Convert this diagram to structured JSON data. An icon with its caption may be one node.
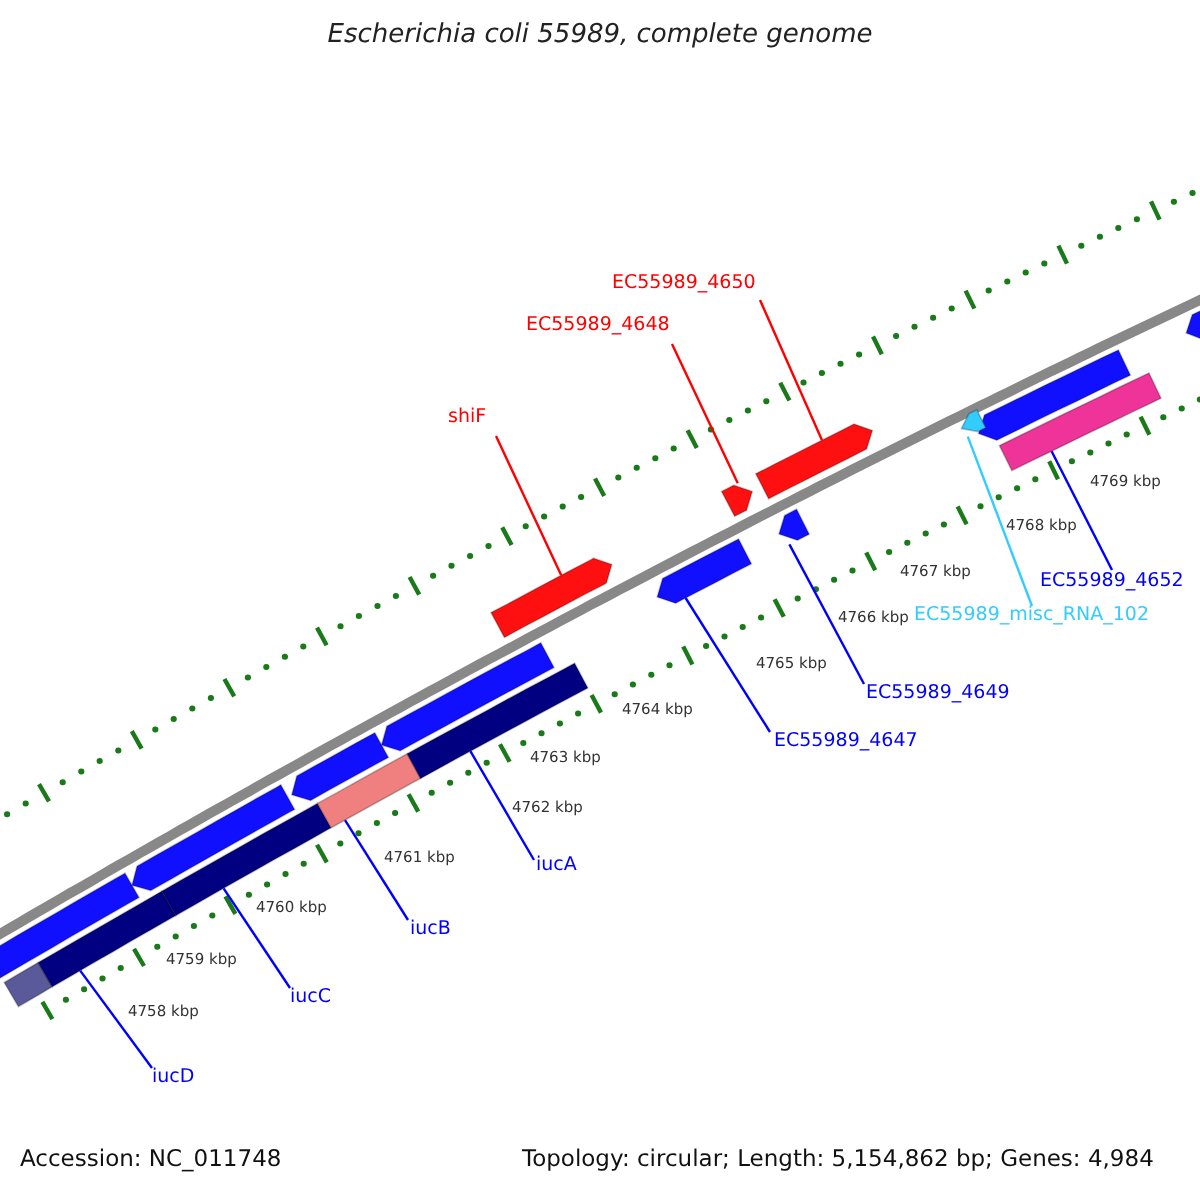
{
  "diagram": {
    "title": "Escherichia coli 55989, complete genome",
    "nodes": [
      {
        "text": [
          "EC55989_4650"
        ]
      },
      {
        "text": [
          "EC55989_4648"
        ]
      },
      {
        "text": [
          "shiF"
        ]
      },
      {
        "text": [
          "EC55989_4652"
        ]
      },
      {
        "text": [
          "EC55989_misc_RNA_102"
        ]
      },
      {
        "text": [
          "EC55989_4649"
        ]
      },
      {
        "text": [
          "EC55989_4647"
        ]
      },
      {
        "text": [
          "iucA"
        ]
      },
      {
        "text": [
          "iucB"
        ]
      },
      {
        "text": [
          "iucC"
        ]
      },
      {
        "text": [
          "iucD"
        ]
      },
      {
        "text": [],
        "shape": "bar"
      },
      {
        "text": [],
        "shape": "bar"
      },
      {
        "text": [],
        "shape": "bar"
      },
      {
        "text": [],
        "shape": "bar"
      },
      {
        "text": [],
        "shape": "arrow"
      },
      {
        "text": [],
        "shape": "arrow"
      },
      {
        "text": [],
        "shape": "arrow"
      },
      {
        "text": [],
        "shape": "arrow"
      },
      {
        "text": [],
        "shape": "arrow"
      },
      {
        "text": [],
        "shape": "arrow"
      },
      {
        "text": [],
        "shape": "bar"
      }
    ],
    "edges": [
      {
        "from": 0,
        "to": 19,
        "arrow": "none",
        "color": "#ff0000"
      },
      {
        "from": 1,
        "to": 17,
        "arrow": "none",
        "color": "#ff0000"
      },
      {
        "from": 2,
        "to": 15,
        "arrow": "none",
        "color": "#ff0000"
      },
      {
        "from": 3,
        "to": 21,
        "arrow": "none",
        "color": "#0000ff"
      },
      {
        "from": 4,
        "to": 20,
        "arrow": "none",
        "color": "#33ccff"
      },
      {
        "from": 5,
        "to": 18,
        "arrow": "none",
        "color": "#0000ff"
      },
      {
        "from": 6,
        "to": 16,
        "arrow": "none",
        "color": "#0000ff"
      },
      {
        "from": 7,
        "to": 14,
        "arrow": "none",
        "color": "#0000ff"
      },
      {
        "from": 8,
        "to": 13,
        "arrow": "none",
        "color": "#0000ff"
      },
      {
        "from": 9,
        "to": 12,
        "arrow": "none",
        "color": "#0000ff"
      },
      {
        "from": 10,
        "to": 11,
        "arrow": "none",
        "color": "#0000ff"
      }
    ],
    "labels": [
      "4758 kbp",
      "4759 kbp",
      "4760 kbp",
      "4761 kbp",
      "4762 kbp",
      "4763 kbp",
      "4764 kbp",
      "4765 kbp",
      "4766 kbp",
      "4767 kbp",
      "4768 kbp",
      "4769 kbp",
      "Accession: NC_011748",
      "Topology: circular; Length: 5,154,862 bp; Genes: 4,984"
    ]
  }
}
